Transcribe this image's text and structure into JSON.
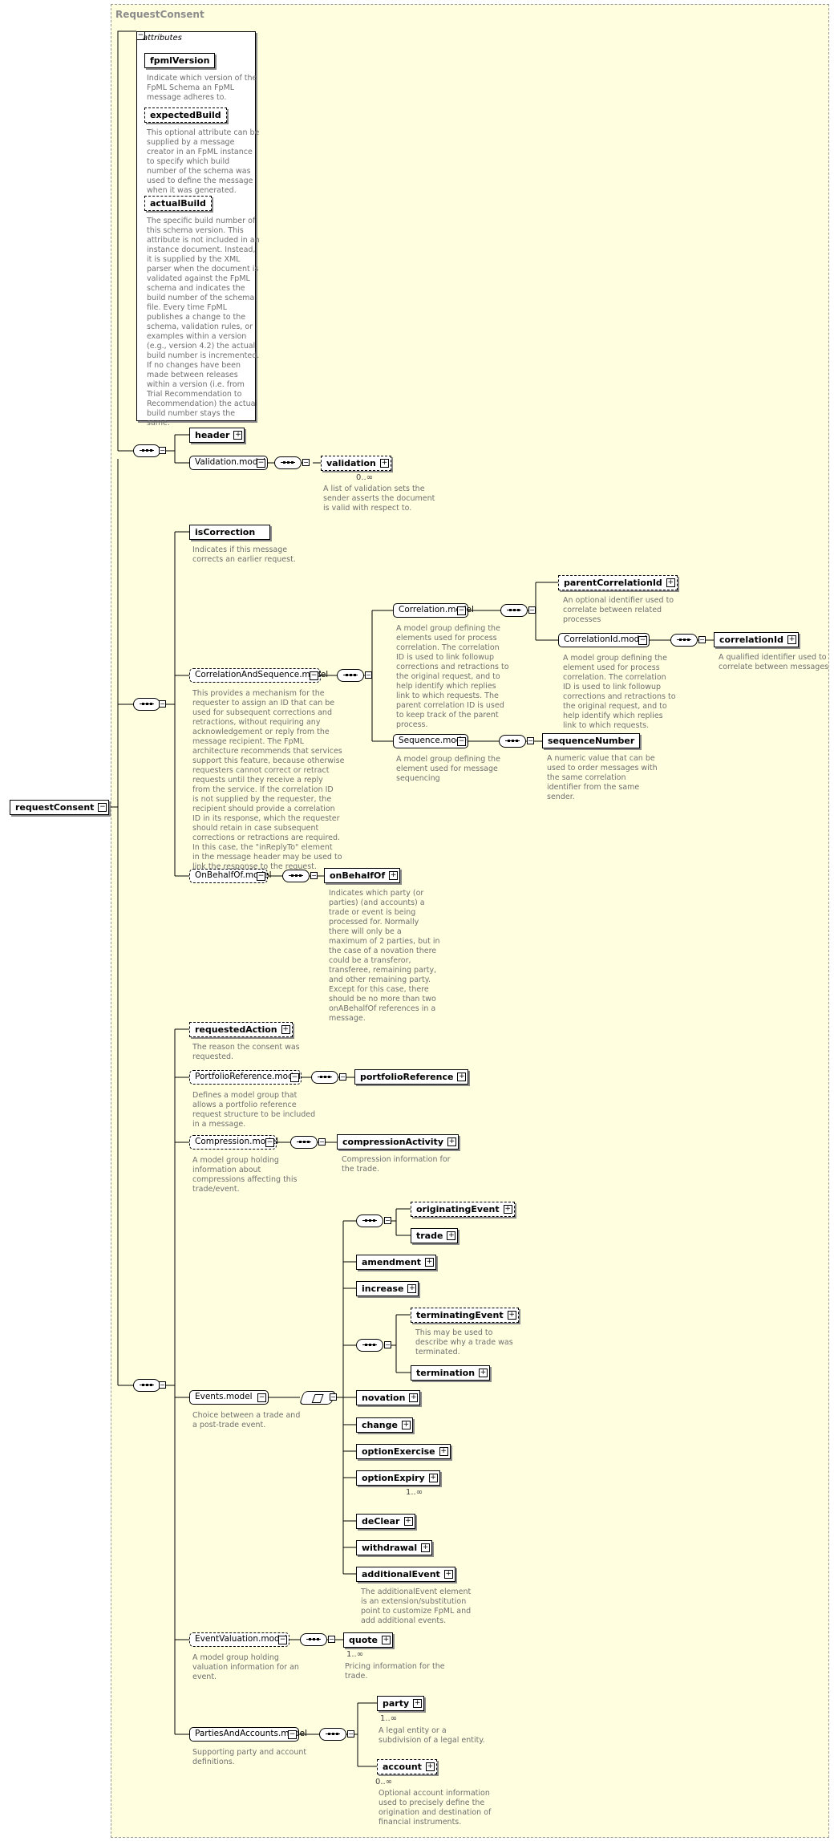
{
  "diagram": {
    "frame_title": "RequestConsent",
    "root": {
      "label": "requestConsent"
    },
    "attributes": {
      "title": "attributes",
      "items": [
        {
          "name": "fpmlVersion",
          "doc": "Indicate which version of the\nFpML Schema an FpML\nmessage adheres to."
        },
        {
          "name": "expectedBuild",
          "doc": "This optional attribute can be\nsupplied by a message\ncreator in an FpML instance\nto specify which build\nnumber of the schema was\nused to define the message\nwhen it was generated."
        },
        {
          "name": "actualBuild",
          "doc": "The specific build number of\nthis schema version. This\nattribute is not included in an\ninstance document. Instead,\nit is supplied by the XML\nparser when the document is\nvalidated against the FpML\nschema and indicates the\nbuild number of the schema\nfile. Every time FpML\npublishes a change to the\nschema, validation rules, or\nexamples within a version\n(e.g., version 4.2) the actual\nbuild number is incremented.\nIf no changes have been\nmade between releases\nwithin a version (i.e. from\nTrial Recommendation to\nRecommendation) the actual\nbuild number stays the\nsame."
        }
      ]
    },
    "header": {
      "label": "header"
    },
    "validation_model": {
      "label": "Validation.model"
    },
    "validation": {
      "label": "validation",
      "cardinality": "0..∞",
      "doc": "A list of validation sets the\nsender asserts the document\nis valid with respect to."
    },
    "is_correction": {
      "label": "isCorrection",
      "doc": "Indicates if this message\ncorrects an earlier request."
    },
    "correlation_and_sequence_model": {
      "label": "CorrelationAndSequence.model",
      "doc": "This provides a mechanism for the\nrequester to assign an ID that can be\nused for subsequent corrections and\nretractions, without requiring any\nacknowledgement or reply from the\nmessage recipient. The FpML\narchitecture recommends that services\nsupport this feature, because otherwise\nrequesters cannot correct or retract\nrequests until they receive a reply\nfrom the service. If the correlation ID\nis not supplied by the requester, the\nrecipient should provide a correlation\nID in its response, which the requester\nshould retain in case subsequent\ncorrections or retractions are required.\nIn this case, the \"inReplyTo\" element\nin the message header may be used to\nlink the response to the request."
    },
    "correlation_model": {
      "label": "Correlation.model",
      "doc": "A model group defining the\nelements used for process\ncorrelation. The correlation\nID is used to link followup\ncorrections and retractions to\nthe original request, and to\nhelp identify which replies\nlink to which requests. The\nparent correlation ID is used\nto keep track of the parent\nprocess."
    },
    "parent_correlation_id": {
      "label": "parentCorrelationId",
      "doc": "An optional identifier used to\ncorrelate between related\nprocesses"
    },
    "correlation_id_model": {
      "label": "CorrelationId.model",
      "doc": "A model group defining the\nelement used for process\ncorrelation. The correlation\nID is used to link followup\ncorrections and retractions to\nthe original request, and to\nhelp identify which replies\nlink to which requests."
    },
    "correlation_id": {
      "label": "correlationId",
      "doc": "A qualified identifier used to\ncorrelate between messages"
    },
    "sequence_model": {
      "label": "Sequence.model",
      "doc": "A model group defining the\nelement used for message\nsequencing"
    },
    "sequence_number": {
      "label": "sequenceNumber",
      "doc": "A numeric value that can be\nused to order messages with\nthe same correlation\nidentifier from the same\nsender."
    },
    "on_behalf_of_model": {
      "label": "OnBehalfOf.model"
    },
    "on_behalf_of": {
      "label": "onBehalfOf",
      "doc": "Indicates which party (or\nparties) (and accounts) a\ntrade or event is being\nprocessed for. Normally\nthere will only be a\nmaximum of 2 parties, but in\nthe case of a novation there\ncould be a transferor,\ntransferee, remaining party,\nand other remaining party.\nExcept for this case, there\nshould be no more than two\nonABehalfOf references in a\nmessage."
    },
    "requested_action": {
      "label": "requestedAction",
      "doc": "The reason the consent was\nrequested."
    },
    "portfolio_reference_model": {
      "label": "PortfolioReference.model",
      "doc": "Defines a model group that\nallows a portfolio reference\nrequest structure to be included\nin a message."
    },
    "portfolio_reference": {
      "label": "portfolioReference"
    },
    "compression_model": {
      "label": "Compression.model",
      "doc": "A model group holding\ninformation about\ncompressions affecting this\ntrade/event."
    },
    "compression_activity": {
      "label": "compressionActivity",
      "doc": "Compression information for\nthe trade."
    },
    "events_model": {
      "label": "Events.model",
      "doc": "Choice between a trade and\na post-trade event."
    },
    "originating_event": {
      "label": "originatingEvent"
    },
    "trade": {
      "label": "trade"
    },
    "amendment": {
      "label": "amendment"
    },
    "increase": {
      "label": "increase"
    },
    "terminating_event": {
      "label": "terminatingEvent",
      "doc": "This may be used to\ndescribe why a trade was\nterminated."
    },
    "termination": {
      "label": "termination"
    },
    "novation": {
      "label": "novation"
    },
    "change": {
      "label": "change"
    },
    "option_exercise": {
      "label": "optionExercise"
    },
    "option_expiry": {
      "label": "optionExpiry",
      "cardinality": "1..∞"
    },
    "de_clear": {
      "label": "deClear"
    },
    "withdrawal": {
      "label": "withdrawal"
    },
    "additional_event": {
      "label": "additionalEvent",
      "doc": "The additionalEvent element\nis an extension/substitution\npoint to customize FpML and\nadd additional events."
    },
    "event_valuation_model": {
      "label": "EventValuation.model",
      "doc": "A model group holding\nvaluation information for an\nevent."
    },
    "quote": {
      "label": "quote",
      "cardinality": "1..∞",
      "doc": "Pricing information for the\ntrade."
    },
    "parties_and_accounts_model": {
      "label": "PartiesAndAccounts.model",
      "doc": "Supporting party and account\ndefinitions."
    },
    "party": {
      "label": "party",
      "cardinality": "1..∞",
      "doc": "A legal entity or a\nsubdivision of a legal entity."
    },
    "account": {
      "label": "account",
      "cardinality": "0..∞",
      "doc": "Optional account information\nused to precisely define the\norigination and destination of\nfinancial instruments."
    }
  }
}
